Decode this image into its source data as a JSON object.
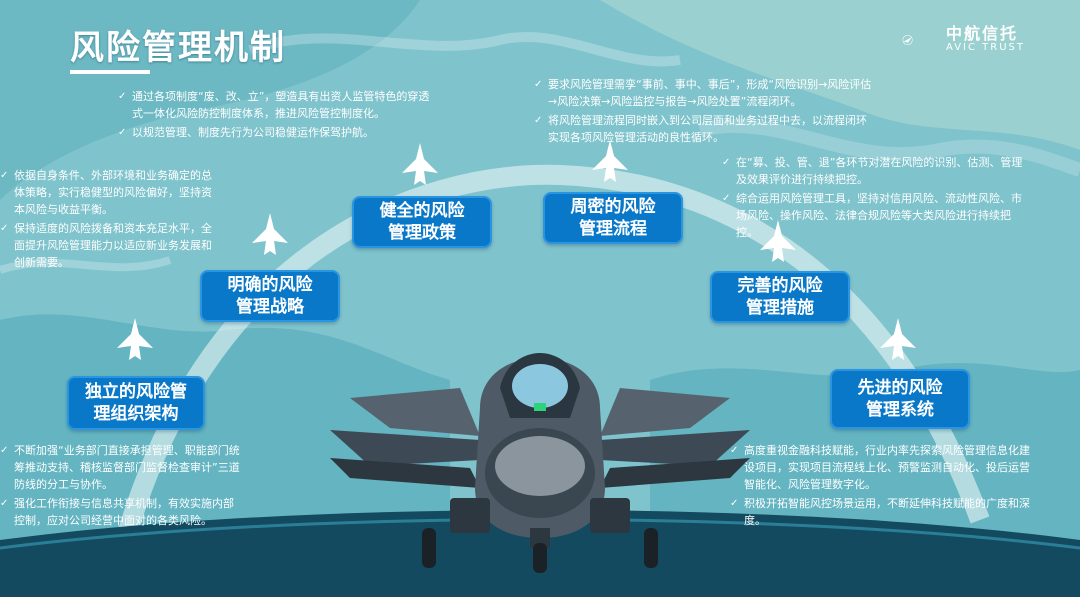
{
  "title": "风险管理机制",
  "logo": {
    "cn": "中航信托",
    "en": "AVIC TRUST"
  },
  "boxes": [
    {
      "line1": "独立的风险管",
      "line2": "理组织架构"
    },
    {
      "line1": "明确的风险",
      "line2": "管理战略"
    },
    {
      "line1": "健全的风险",
      "line2": "管理政策"
    },
    {
      "line1": "周密的风险",
      "line2": "管理流程"
    },
    {
      "line1": "完善的风险",
      "line2": "管理措施"
    },
    {
      "line1": "先进的风险",
      "line2": "管理系统"
    }
  ],
  "texts": {
    "policy": [
      "通过各项制度“废、改、立”，塑造具有出资人监管特色的穿透式一体化风险防控制度体系，推进风险管控制度化。",
      "以规范管理、制度先行为公司稳健运作保驾护航。"
    ],
    "process": [
      "要求风险管理需孪“事前、事中、事后”，形成“风险识别→风险评估→风险决策→风险监控与报告→风险处置”流程闭环。",
      "将风险管理流程同时嵌入到公司层面和业务过程中去，以流程闭环实现各项风险管理活动的良性循环。"
    ],
    "measures": [
      "在“募、投、管、退”各环节对潜在风险的识别、估测、管理及效果评价进行持续把控。",
      "综合运用风险管理工具，坚持对信用风险、流动性风险、市场风险、操作风险、法律合规风险等大类风险进行持续把控。"
    ],
    "strategy": [
      "依据自身条件、外部环境和业务确定的总体策略，实行稳健型的风险偏好，坚持资本风险与收益平衡。",
      "保持适度的风险拨备和资本充足水平，全面提升风险管理能力以适应新业务发展和创新需要。"
    ],
    "org": [
      "不断加强“业务部门直接承担管理、职能部门统筹推动支持、稽核监督部门监督检查审计”三道防线的分工与协作。",
      "强化工作衔接与信息共享机制，有效实施内部控制，应对公司经营中面对的各类风险。"
    ],
    "system": [
      "高度重视金融科技赋能，行业内率先探索风险管理信息化建设项目，实现项目流程线上化、预警监测自动化、投后运营智能化、风险管理数字化。",
      "积极开拓智能风控场景运用，不断延伸科技赋能的广度和深度。"
    ]
  }
}
